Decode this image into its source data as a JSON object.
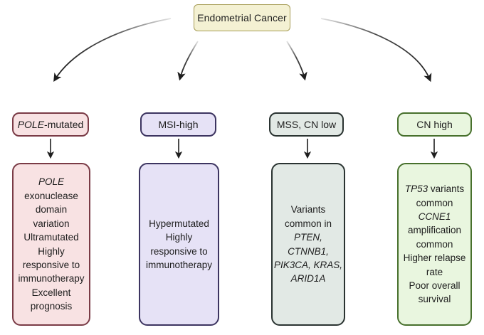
{
  "diagram_title": "Endometrial Cancer molecular subtype flowchart",
  "text_color": "#1d1d1d",
  "arrow_color": "#1e1e1e",
  "root_node": {
    "label": "Endometrial Cancer",
    "bg": "#f4f1d3",
    "border": "#a69c55"
  },
  "columns": [
    {
      "id": "pole-mutated",
      "bg": "#f8e2e3",
      "border": "#7a3b46",
      "category": {
        "segments": [
          {
            "text": "POLE",
            "italic": true
          },
          {
            "text": "-mutated",
            "italic": false
          }
        ]
      },
      "detail_lines": [
        [
          {
            "text": "POLE",
            "italic": true
          }
        ],
        [
          {
            "text": "exonuclease",
            "italic": false
          }
        ],
        [
          {
            "text": "domain",
            "italic": false
          }
        ],
        [
          {
            "text": "variation",
            "italic": false
          }
        ],
        [
          {
            "text": "Ultramutated",
            "italic": false
          }
        ],
        [
          {
            "text": "Highly",
            "italic": false
          }
        ],
        [
          {
            "text": "responsive to",
            "italic": false
          }
        ],
        [
          {
            "text": "immunotherapy",
            "italic": false
          }
        ],
        [
          {
            "text": "Excellent",
            "italic": false
          }
        ],
        [
          {
            "text": "prognosis",
            "italic": false
          }
        ]
      ]
    },
    {
      "id": "msi-high",
      "bg": "#e6e2f6",
      "border": "#3c3460",
      "category": {
        "segments": [
          {
            "text": "MSI-high",
            "italic": false
          }
        ]
      },
      "detail_lines": [
        [
          {
            "text": "Hypermutated",
            "italic": false
          }
        ],
        [
          {
            "text": "Highly",
            "italic": false
          }
        ],
        [
          {
            "text": "responsive to",
            "italic": false
          }
        ],
        [
          {
            "text": "immunotherapy",
            "italic": false
          }
        ]
      ]
    },
    {
      "id": "mss-cn-low",
      "bg": "#e2e9e5",
      "border": "#2a3331",
      "category": {
        "segments": [
          {
            "text": "MSS, CN low",
            "italic": false
          }
        ]
      },
      "detail_lines": [
        [
          {
            "text": "Variants",
            "italic": false
          }
        ],
        [
          {
            "text": "common in",
            "italic": false
          }
        ],
        [
          {
            "text": "PTEN,",
            "italic": true
          }
        ],
        [
          {
            "text": "CTNNB1,",
            "italic": true
          }
        ],
        [
          {
            "text": "PIK3CA, KRAS,",
            "italic": true
          }
        ],
        [
          {
            "text": "ARID1A",
            "italic": true
          }
        ]
      ]
    },
    {
      "id": "cn-high",
      "bg": "#e9f6df",
      "border": "#47702c",
      "category": {
        "segments": [
          {
            "text": "CN high",
            "italic": false
          }
        ]
      },
      "detail_lines": [
        [
          {
            "text": "TP53",
            "italic": true
          },
          {
            "text": " variants",
            "italic": false
          }
        ],
        [
          {
            "text": "common",
            "italic": false
          }
        ],
        [
          {
            "text": "CCNE1",
            "italic": true
          }
        ],
        [
          {
            "text": "amplification",
            "italic": false
          }
        ],
        [
          {
            "text": "common",
            "italic": false
          }
        ],
        [
          {
            "text": "Higher relapse",
            "italic": false
          }
        ],
        [
          {
            "text": "rate",
            "italic": false
          }
        ],
        [
          {
            "text": "Poor overall",
            "italic": false
          }
        ],
        [
          {
            "text": "survival",
            "italic": false
          }
        ]
      ]
    }
  ]
}
